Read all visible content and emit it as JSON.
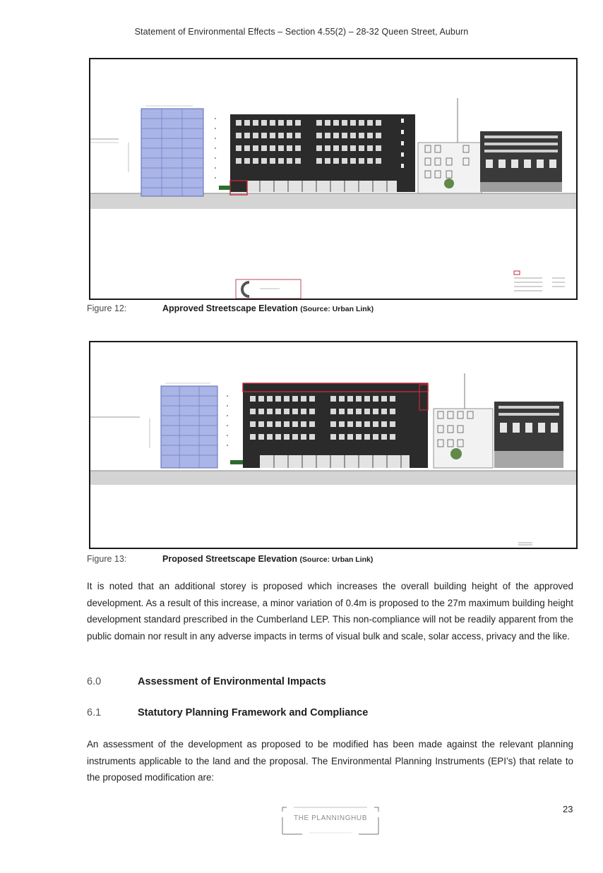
{
  "header": {
    "running_title": "Statement of Environmental Effects – Section 4.55(2) – 28-32 Queen Street, Auburn"
  },
  "figures": [
    {
      "number": "Figure 12:",
      "title": "Approved Streetscape Elevation",
      "source": "(Source: Urban Link)",
      "image": "approved streetscape elevation drawing"
    },
    {
      "number": "Figure 13:",
      "title": "Proposed Streetscape Elevation",
      "source": "(Source: Urban Link)",
      "image": "proposed streetscape elevation drawing"
    }
  ],
  "body": {
    "paragraph1": "It is noted that an additional storey is proposed which increases the overall building height of the approved development. As a result of this increase, a minor variation of 0.4m is proposed to the 27m maximum building height development standard prescribed in the Cumberland LEP. This non-compliance will not be readily apparent from the public domain nor result in any adverse impacts in terms of visual bulk and scale, solar access, privacy and the like.",
    "paragraph2": "An assessment of the development as proposed to be modified has been made against the relevant planning instruments applicable to the land and the proposal. The Environmental Planning Instruments (EPI’s) that relate to the proposed modification are:"
  },
  "sections": [
    {
      "number": "6.0",
      "title": "Assessment of Environmental Impacts"
    },
    {
      "number": "6.1",
      "title": "Statutory Planning Framework and Compliance"
    }
  ],
  "footer": {
    "logo_text": "THE PLANNINGHUB",
    "page_number": "23"
  },
  "colors": {
    "text": "#1d1d1d",
    "caption_number": "#4a4a4a",
    "section_number": "#555555",
    "building_glass": "#aab4e6",
    "building_dark": "#2b2b2b",
    "highlight_red": "#c22a3a"
  }
}
